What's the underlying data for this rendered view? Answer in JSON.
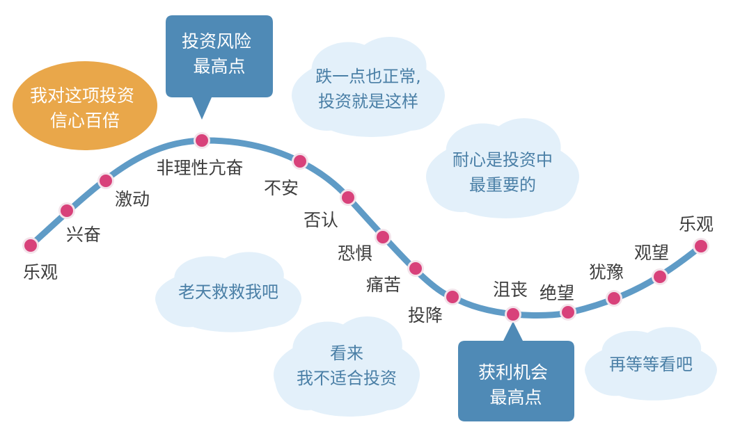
{
  "stages": [
    {
      "label": "乐观"
    },
    {
      "label": "兴奋"
    },
    {
      "label": "激动"
    },
    {
      "label": "非理性亢奋"
    },
    {
      "label": "不安"
    },
    {
      "label": "否认"
    },
    {
      "label": "恐惧"
    },
    {
      "label": "痛苦"
    },
    {
      "label": "投降"
    },
    {
      "label": "沮丧"
    },
    {
      "label": "绝望"
    },
    {
      "label": "犹豫"
    },
    {
      "label": "观望"
    },
    {
      "label": "乐观"
    }
  ],
  "callouts": {
    "confidence": {
      "lines": [
        "我对这项投资",
        "信心百倍"
      ]
    },
    "risk_peak": {
      "lines": [
        "投资风险",
        "最高点"
      ]
    },
    "opportunity_peak": {
      "lines": [
        "获利机会",
        "最高点"
      ]
    }
  },
  "clouds": [
    {
      "lines": [
        "跌一点也正常,",
        "投资就是这样"
      ]
    },
    {
      "lines": [
        "耐心是投资中",
        "最重要的"
      ]
    },
    {
      "lines": [
        "老天救救我吧"
      ]
    },
    {
      "lines": [
        "看来",
        "我不适合投资"
      ]
    },
    {
      "lines": [
        "再等等看吧"
      ]
    }
  ],
  "colors": {
    "curve": "#5f9bc6",
    "dot": "#d8417a",
    "dot_ring": "#f3e3ea",
    "cloud": "#e3f0fa",
    "callout_orange": "#e9a74a",
    "callout_blue": "#4f8ab6",
    "label": "#3d3d3d",
    "cloud_text": "#4a7fa6"
  }
}
